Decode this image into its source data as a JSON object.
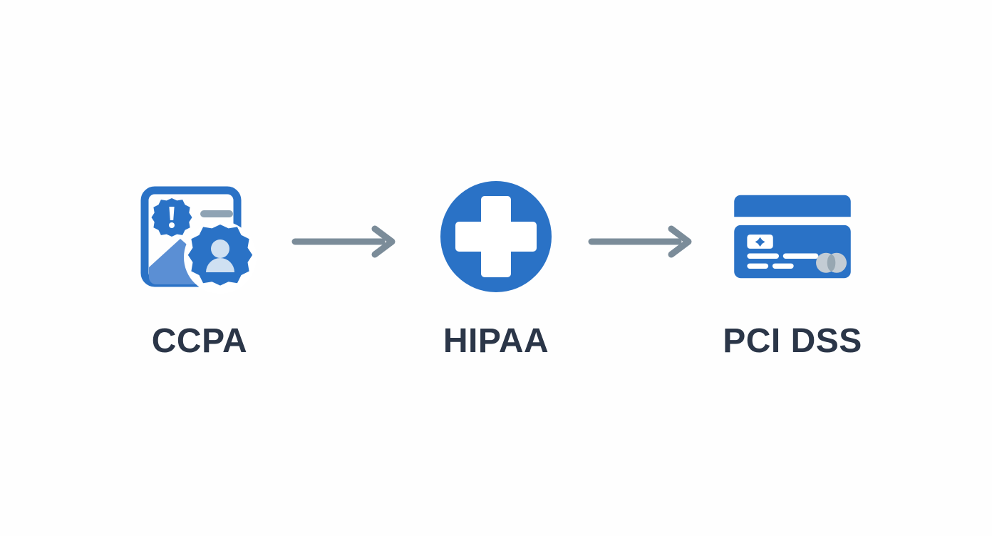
{
  "background_color": "#fefefe",
  "palette": {
    "brand_blue": "#2a72c6",
    "brand_blue_dark": "#2168bb",
    "brand_blue_light": "#5b8fd4",
    "icon_tint_light": "#cfe0f2",
    "arrow_gray": "#7b8c99",
    "label_navy": "#2b3648",
    "line_gray": "#8fa3b4",
    "chip_white": "#ffffff",
    "logo_gray": "#c3ccd4"
  },
  "diagram": {
    "type": "horizontal-flow",
    "nodes": [
      {
        "id": "ccpa",
        "label": "CCPA",
        "icon": "image-privacy-settings-icon",
        "icon_parts": [
          "document-frame",
          "alert-gear-badge",
          "text-lines",
          "mountain-photo",
          "user-gear-badge"
        ]
      },
      {
        "id": "hipaa",
        "label": "HIPAA",
        "icon": "medical-cross-circle-icon",
        "icon_parts": [
          "blue-circle",
          "white-cross"
        ]
      },
      {
        "id": "pci-dss",
        "label": "PCI DSS",
        "icon": "credit-card-icon",
        "icon_parts": [
          "card-top-bar",
          "card-body",
          "chip",
          "detail-lines",
          "dual-circle-logo"
        ]
      }
    ],
    "connectors": [
      {
        "id": "arrow-ccpa-hipaa",
        "icon": "arrow-right-icon",
        "from": "ccpa",
        "to": "hipaa"
      },
      {
        "id": "arrow-hipaa-pci",
        "icon": "arrow-right-icon",
        "from": "hipaa",
        "to": "pci-dss"
      }
    ]
  }
}
